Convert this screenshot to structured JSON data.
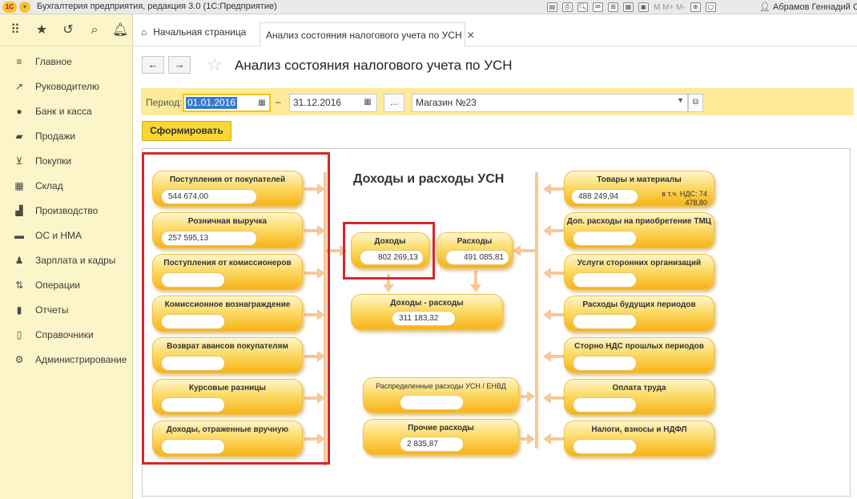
{
  "window": {
    "title": "Бухгалтерия предприятия, редакция 3.0  (1С:Предприятие)",
    "logo": "1С",
    "toolbar_text": "M  M+  M-",
    "user": "Абрамов Геннадий Сер"
  },
  "sidebar": {
    "items": [
      {
        "label": "Главное",
        "icon": "menu-lines-icon"
      },
      {
        "label": "Руководителю",
        "icon": "trend-icon"
      },
      {
        "label": "Банк и касса",
        "icon": "coin-icon"
      },
      {
        "label": "Продажи",
        "icon": "bag-icon"
      },
      {
        "label": "Покупки",
        "icon": "cart-icon"
      },
      {
        "label": "Склад",
        "icon": "grid-icon"
      },
      {
        "label": "Производство",
        "icon": "factory-icon"
      },
      {
        "label": "ОС и НМА",
        "icon": "truck-icon"
      },
      {
        "label": "Зарплата и кадры",
        "icon": "person-icon"
      },
      {
        "label": "Операции",
        "icon": "operations-icon"
      },
      {
        "label": "Отчеты",
        "icon": "bar-chart-icon"
      },
      {
        "label": "Справочники",
        "icon": "book-icon"
      },
      {
        "label": "Администрирование",
        "icon": "gear-icon"
      }
    ]
  },
  "tabs": {
    "home": "Начальная страница",
    "active": "Анализ состояния налогового учета по УСН"
  },
  "header": {
    "title": "Анализ состояния налогового учета по УСН"
  },
  "period": {
    "label": "Период:",
    "from": "01.01.2016",
    "dash": "–",
    "to": "31.12.2016",
    "dots": "...",
    "organization": "Магазин №23"
  },
  "form_button": "Сформировать",
  "diagram": {
    "title": "Доходы и расходы УСН",
    "left": [
      {
        "label": "Поступления от покупателей",
        "value": "544 674,00"
      },
      {
        "label": "Розничная выручка",
        "value": "257 595,13"
      },
      {
        "label": "Поступления от комиссионеров",
        "value": ""
      },
      {
        "label": "Комиссионное вознаграждение",
        "value": ""
      },
      {
        "label": "Возврат авансов покупателям",
        "value": ""
      },
      {
        "label": "Курсовые разницы",
        "value": ""
      },
      {
        "label": "Доходы, отраженные вручную",
        "value": ""
      }
    ],
    "income": {
      "label": "Доходы",
      "value": "802 269,13"
    },
    "expenses": {
      "label": "Расходы",
      "value": "491 085,81"
    },
    "difference": {
      "label": "Доходы - расходы",
      "value": "311 183,32"
    },
    "distributed": {
      "label": "Распределенные расходы УСН / ЕНВД",
      "value": ""
    },
    "other": {
      "label": "Прочие расходы",
      "value": "2 835,87"
    },
    "right": [
      {
        "label": "Товары и материалы",
        "value": "488 249,94",
        "note": "в т.ч. НДС: 74 478,80"
      },
      {
        "label": "Доп. расходы на приобретение ТМЦ",
        "value": ""
      },
      {
        "label": "Услуги сторонних организаций",
        "value": ""
      },
      {
        "label": "Расходы будущих периодов",
        "value": ""
      },
      {
        "label": "Сторно НДС прошлых периодов",
        "value": ""
      },
      {
        "label": "Оплата труда",
        "value": ""
      },
      {
        "label": "Налоги, взносы и НДФЛ",
        "value": ""
      }
    ]
  },
  "colors": {
    "sidebar_bg": "#fcf5c9",
    "pill_orange": "#f7b317",
    "connector": "#f6c898",
    "highlight": "#d8262c",
    "accent_yellow": "#f8d734"
  }
}
